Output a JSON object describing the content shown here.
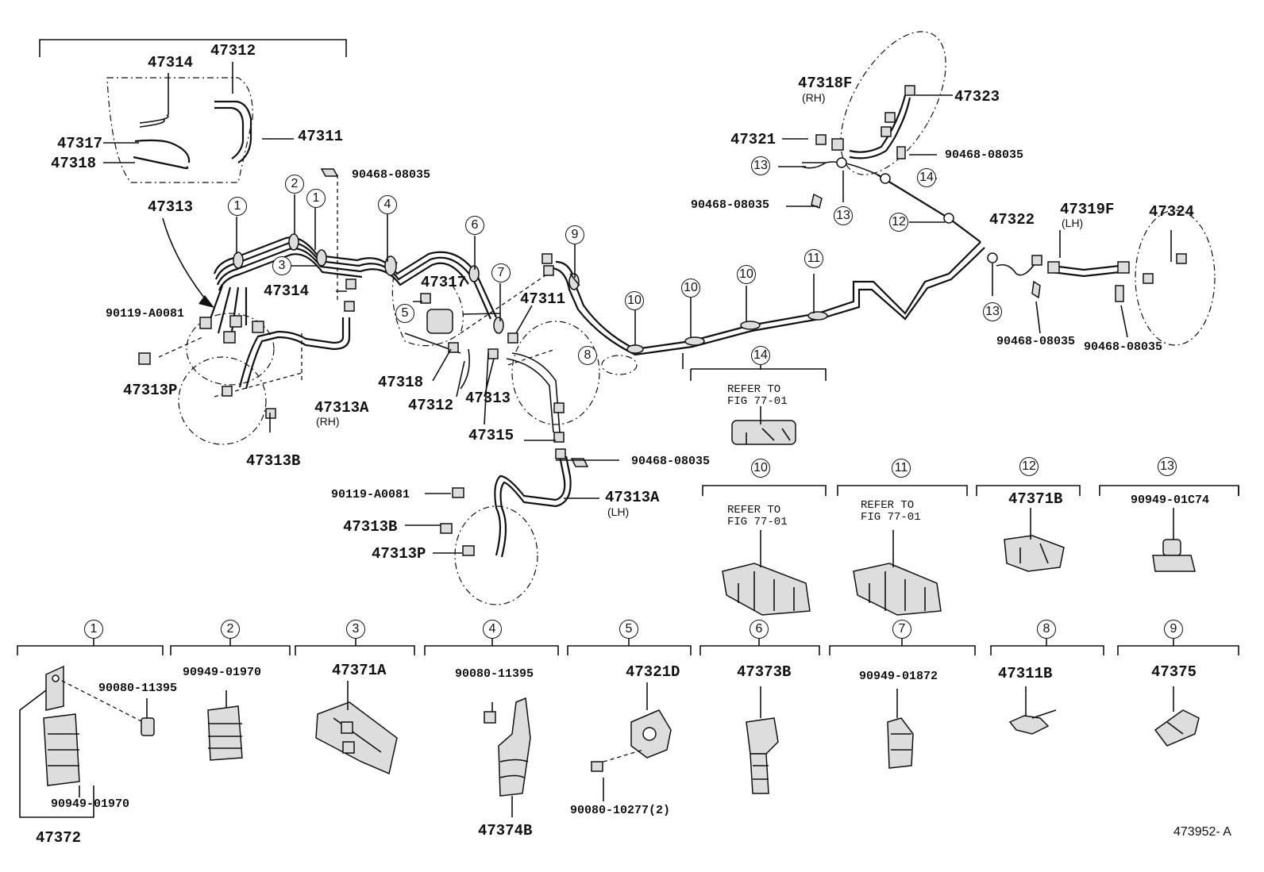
{
  "figure_id": "473952- A",
  "parts": {
    "p47312": "47312",
    "p47314": "47314",
    "p47317": "47317",
    "p47318": "47318",
    "p47311": "47311",
    "p47313": "47313",
    "p90468": "90468-08035",
    "p90119": "90119-A0081",
    "p47313P": "47313P",
    "p47313A": "47313A",
    "p47313B": "47313B",
    "p47315": "47315",
    "p47318F": "47318F",
    "p47321": "47321",
    "p47323": "47323",
    "p47322": "47322",
    "p47319F": "47319F",
    "p47324": "47324",
    "p47371B": "47371B",
    "p90949_01C74": "90949-01C74",
    "p90080_11395": "90080-11395",
    "p90949_01970": "90949-01970",
    "p47372": "47372",
    "p47371A": "47371A",
    "p47374B": "47374B",
    "p47321D": "47321D",
    "p90080_10277": "90080-10277(2)",
    "p47373B": "47373B",
    "p90949_01872": "90949-01872",
    "p47311B": "47311B",
    "p47375": "47375"
  },
  "sides": {
    "rh": "(RH)",
    "lh": "(LH)"
  },
  "refer_note": "REFER TO\nFIG 77-01",
  "callouts": [
    "1",
    "2",
    "3",
    "4",
    "5",
    "6",
    "7",
    "8",
    "9",
    "10",
    "11",
    "12",
    "13",
    "14"
  ]
}
